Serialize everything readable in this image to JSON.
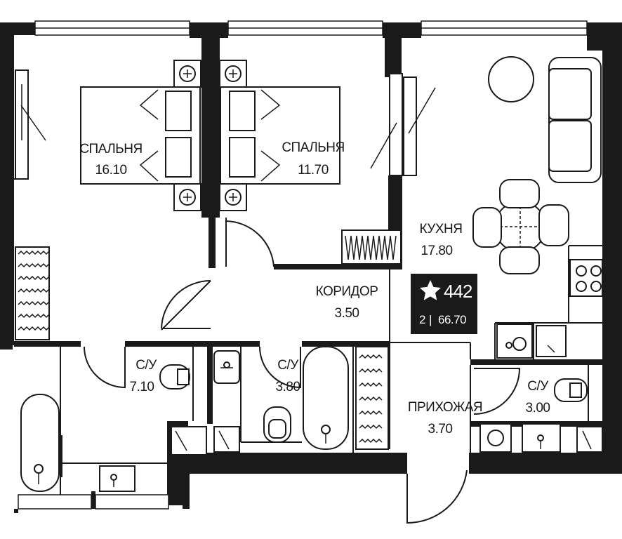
{
  "rooms": {
    "bedroom1": {
      "name": "СПАЛЬНЯ",
      "area": "16.10"
    },
    "bedroom2": {
      "name": "СПАЛЬНЯ",
      "area": "11.70"
    },
    "kitchen": {
      "name": "КУХНЯ",
      "area": "17.80"
    },
    "corridor": {
      "name": "КОРИДОР",
      "area": "3.50"
    },
    "bath1": {
      "name": "С/У",
      "area": "7.10"
    },
    "bath2": {
      "name": "С/У",
      "area": "3.80"
    },
    "bath3": {
      "name": "С/У",
      "area": "3.00"
    },
    "hall": {
      "name": "ПРИХОЖАЯ",
      "area": "3.70"
    }
  },
  "badge": {
    "icon": "star-icon",
    "number": "442",
    "rooms": "2",
    "separator": "|",
    "total_area": "66.70",
    "background": "#1a1a1a",
    "foreground": "#ffffff"
  },
  "colors": {
    "wall": "#1a1a1a",
    "background": "#ffffff"
  }
}
